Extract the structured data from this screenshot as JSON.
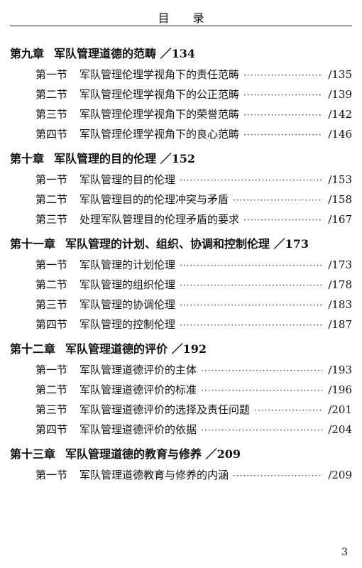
{
  "header": {
    "title": "目 录"
  },
  "chapters": [
    {
      "label": "第九章",
      "title": "军队管理道德的范畴",
      "page": "／134",
      "sections": [
        {
          "no": "第一节",
          "title": "军队管理伦理学视角下的责任范畴",
          "page": "/135"
        },
        {
          "no": "第二节",
          "title": "军队管理伦理学视角下的公正范畴",
          "page": "/139"
        },
        {
          "no": "第三节",
          "title": "军队管理伦理学视角下的荣誉范畴",
          "page": "/142"
        },
        {
          "no": "第四节",
          "title": "军队管理伦理学视角下的良心范畴",
          "page": "/146"
        }
      ]
    },
    {
      "label": "第十章",
      "title": "军队管理的目的伦理",
      "page": "／152",
      "sections": [
        {
          "no": "第一节",
          "title": "军队管理的目的伦理",
          "page": "/153"
        },
        {
          "no": "第二节",
          "title": "军队管理目的的伦理冲突与矛盾",
          "page": "/158"
        },
        {
          "no": "第三节",
          "title": "处理军队管理目的伦理矛盾的要求",
          "page": "/167"
        }
      ]
    },
    {
      "label": "第十一章",
      "title": "军队管理的计划、组织、协调和控制伦理",
      "page": "／173",
      "sections": [
        {
          "no": "第一节",
          "title": "军队管理的计划伦理",
          "page": "/173"
        },
        {
          "no": "第二节",
          "title": "军队管理的组织伦理",
          "page": "/178"
        },
        {
          "no": "第三节",
          "title": "军队管理的协调伦理",
          "page": "/183"
        },
        {
          "no": "第四节",
          "title": "军队管理的控制伦理",
          "page": "/187"
        }
      ]
    },
    {
      "label": "第十二章",
      "title": "军队管理道德的评价",
      "page": "／192",
      "sections": [
        {
          "no": "第一节",
          "title": "军队管理道德评价的主体",
          "page": "/193"
        },
        {
          "no": "第二节",
          "title": "军队管理道德评价的标准",
          "page": "/196"
        },
        {
          "no": "第三节",
          "title": "军队管理道德评价的选择及责任问题",
          "page": "/201"
        },
        {
          "no": "第四节",
          "title": "军队管理道德评价的依据",
          "page": "/204"
        }
      ]
    },
    {
      "label": "第十三章",
      "title": "军队管理道德的教育与修养",
      "page": "／209",
      "sections": [
        {
          "no": "第一节",
          "title": "军队管理道德教育与修养的内涵",
          "page": "/209"
        }
      ]
    }
  ],
  "footer": {
    "page_number": "3"
  }
}
